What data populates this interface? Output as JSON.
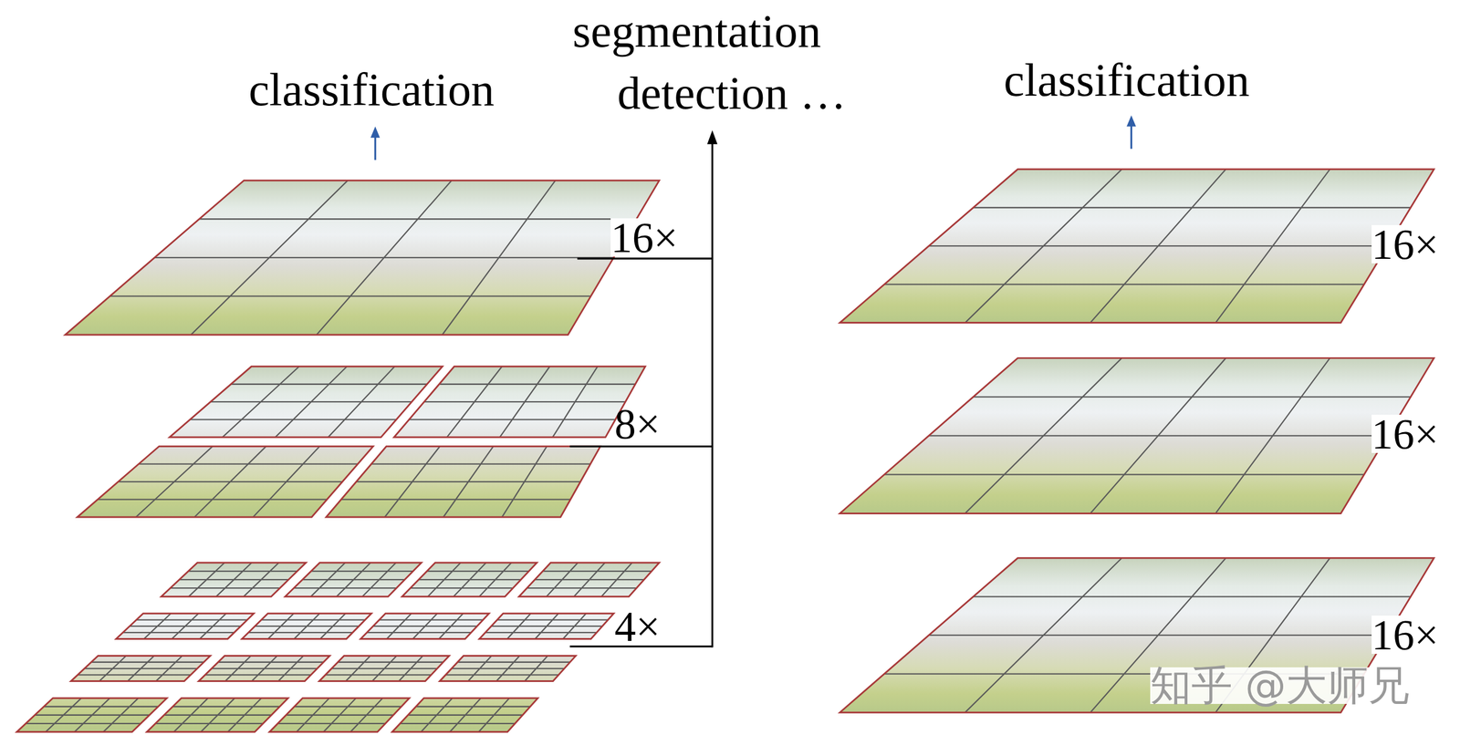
{
  "diagram": {
    "labels": [
      "classification",
      "segmentation",
      "detection …",
      "16×",
      "8×",
      "4×",
      "classification",
      "16×",
      "16×",
      "16×",
      "知乎 @大师兄"
    ]
  }
}
